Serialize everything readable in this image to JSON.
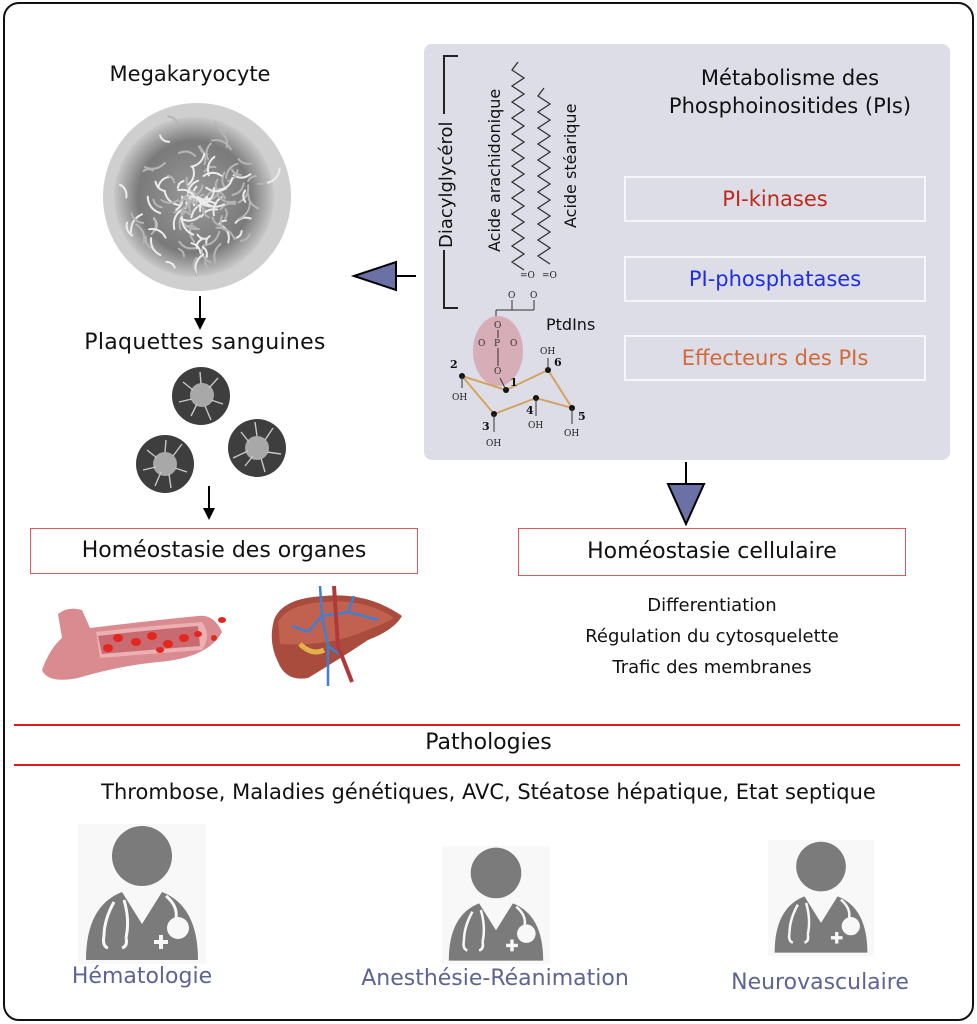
{
  "left_column": {
    "megakaryocyte_label": "Megakaryocyte",
    "platelets_label": "Plaquettes sanguines",
    "organ_homeostasis_label": "Homéostasie des organes"
  },
  "pi_panel": {
    "title_line1": "Métabolisme des",
    "title_line2": "Phosphoinositides (PIs)",
    "molecule": {
      "diacylglycerol_label": "Diacylglycérol",
      "arachidonic_label": "Acide arachidonique",
      "stearic_label": "Acide stéarique",
      "ptdins_label": "PtdIns",
      "carbon_numbers": [
        "1",
        "2",
        "3",
        "4",
        "5",
        "6"
      ],
      "hydroxyl_label": "OH",
      "oxygen_label": "O",
      "phosphorus_label": "P",
      "carbonyl_label": "=O"
    },
    "boxes": [
      {
        "label": "PI-kinases",
        "color": "#c0281c"
      },
      {
        "label": "PI-phosphatases",
        "color": "#1f2ee0"
      },
      {
        "label": "Effecteurs des PIs",
        "color": "#d2693a"
      }
    ],
    "panel_color": "#dcdde6",
    "arrow_color": "#6c71a5"
  },
  "cellular": {
    "homeostasis_label": "Homéostasie cellulaire",
    "items": [
      "Differentiation",
      "Régulation du cytosquelette",
      "Trafic des membranes"
    ]
  },
  "pathologies": {
    "title": "Pathologies",
    "list": "Thrombose, Maladies génétiques, AVC, Stéatose hépatique, Etat septique",
    "line_color": "#e01a1a"
  },
  "specialties": [
    {
      "label": "Hématologie"
    },
    {
      "label": "Anesthésie-Réanimation"
    },
    {
      "label": "Neurovasculaire"
    }
  ],
  "colors": {
    "box_border": "#e0575e",
    "specialty_text": "#5b6494",
    "doctor_icon": "#7b7b7b"
  }
}
